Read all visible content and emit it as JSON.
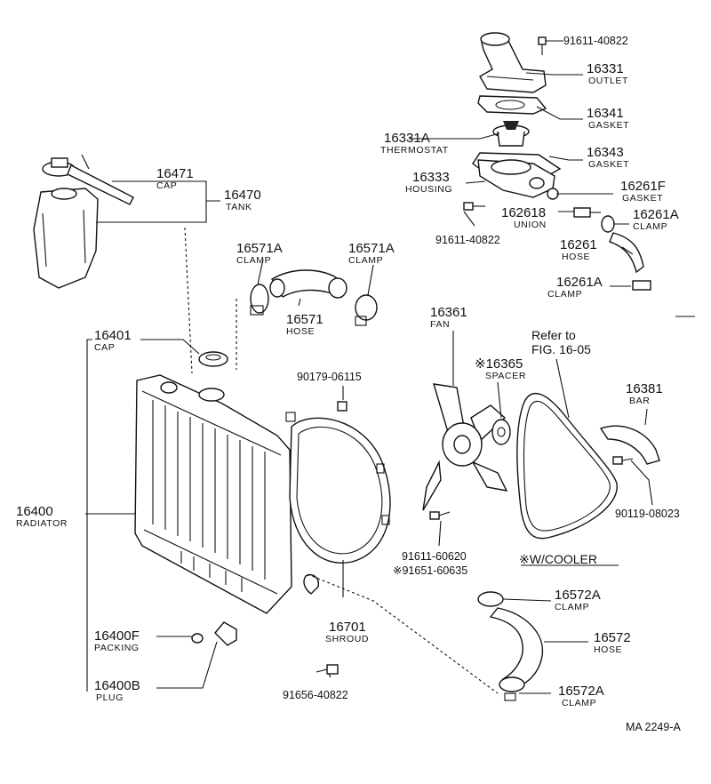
{
  "parts": {
    "bolt_outlet": {
      "number": "91611-40822"
    },
    "outlet": {
      "number": "16331",
      "name": "OUTLET"
    },
    "gasket_outlet": {
      "number": "16341",
      "name": "GASKET"
    },
    "thermostat": {
      "number": "16331A",
      "name": "THERMOSTAT"
    },
    "gasket_housing": {
      "number": "16343",
      "name": "GASKET"
    },
    "housing": {
      "number": "16333",
      "name": "HOUSING"
    },
    "gasket_f": {
      "number": "16261F",
      "name": "GASKET"
    },
    "bolt_housing": {
      "number": "91611-40822"
    },
    "union": {
      "number": "162618",
      "name": "UNION"
    },
    "clamp_a_top": {
      "number": "16261A",
      "name": "CLAMP"
    },
    "hose_small": {
      "number": "16261",
      "name": "HOSE"
    },
    "clamp_a_bottom": {
      "number": "16261A",
      "name": "CLAMP"
    },
    "tank_cap": {
      "number": "16471",
      "name": "CAP"
    },
    "tank": {
      "number": "16470",
      "name": "TANK"
    },
    "clamp_upper_left": {
      "number": "16571A",
      "name": "CLAMP"
    },
    "clamp_upper_right": {
      "number": "16571A",
      "name": "CLAMP"
    },
    "hose_upper": {
      "number": "16571",
      "name": "HOSE"
    },
    "fan": {
      "number": "16361",
      "name": "FAN"
    },
    "radiator_cap": {
      "number": "16401",
      "name": "CAP"
    },
    "nut": {
      "number": "90179-06115"
    },
    "spacer": {
      "number": "※16365",
      "name": "SPACER"
    },
    "bar": {
      "number": "16381",
      "name": "BAR"
    },
    "bar_bolt": {
      "number": "90119-08023"
    },
    "radiator": {
      "number": "16400",
      "name": "RADIATOR"
    },
    "fan_bolt": {
      "number": "91611-60620"
    },
    "fan_bolt_cooler": {
      "number": "※91651-60635"
    },
    "shroud": {
      "number": "16701",
      "name": "SHROUD"
    },
    "packing": {
      "number": "16400F",
      "name": "PACKING"
    },
    "plug": {
      "number": "16400B",
      "name": "PLUG"
    },
    "shroud_bolt": {
      "number": "91656-40822"
    },
    "clamp_lower_top": {
      "number": "16572A",
      "name": "CLAMP"
    },
    "hose_lower": {
      "number": "16572",
      "name": "HOSE"
    },
    "clamp_lower_bottom": {
      "number": "16572A",
      "name": "CLAMP"
    }
  },
  "refer": {
    "line1": "Refer to",
    "line2": "FIG. 16-05"
  },
  "cooler_note": "※W/COOLER",
  "figure_id": "MA 2249-A"
}
